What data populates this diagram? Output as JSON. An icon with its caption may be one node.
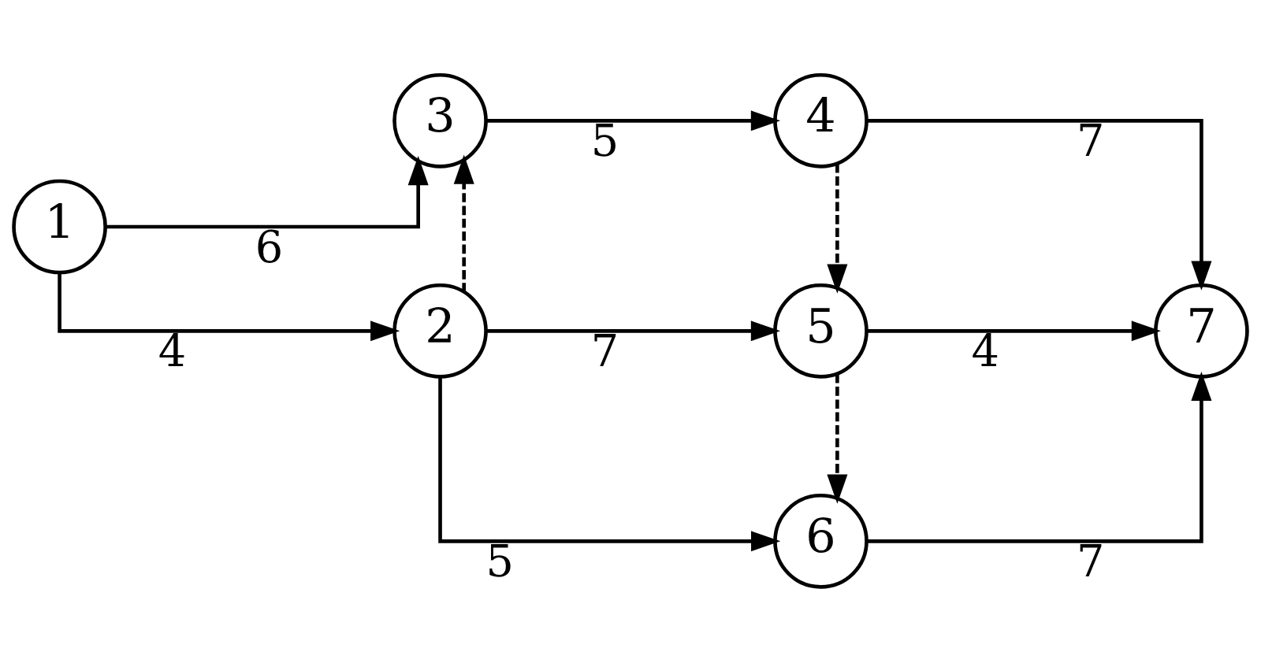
{
  "diagram": {
    "nodes": [
      {
        "text": [
          "1"
        ]
      },
      {
        "text": [
          "3"
        ]
      },
      {
        "text": [
          "2"
        ]
      },
      {
        "text": [
          "4"
        ]
      },
      {
        "text": [
          "5"
        ]
      },
      {
        "text": [
          "6"
        ]
      },
      {
        "text": [
          "7"
        ]
      }
    ],
    "edges": [
      {
        "from": 0,
        "to": 1,
        "arrow": "to",
        "label": "6"
      },
      {
        "from": 0,
        "to": 2,
        "arrow": "to",
        "label": "4"
      },
      {
        "from": 2,
        "to": 1,
        "arrow": "to",
        "style": "dashed"
      },
      {
        "from": 1,
        "to": 3,
        "arrow": "to",
        "label": "5"
      },
      {
        "from": 2,
        "to": 4,
        "arrow": "to",
        "label": "7"
      },
      {
        "from": 2,
        "to": 5,
        "arrow": "to",
        "label": "5"
      },
      {
        "from": 3,
        "to": 4,
        "arrow": "to",
        "style": "dashed"
      },
      {
        "from": 3,
        "to": 6,
        "arrow": "to",
        "label": "7"
      },
      {
        "from": 4,
        "to": 6,
        "arrow": "to",
        "label": "4"
      },
      {
        "from": 4,
        "to": 5,
        "arrow": "to",
        "style": "dashed"
      },
      {
        "from": 5,
        "to": 6,
        "arrow": "to",
        "label": "7"
      }
    ]
  }
}
